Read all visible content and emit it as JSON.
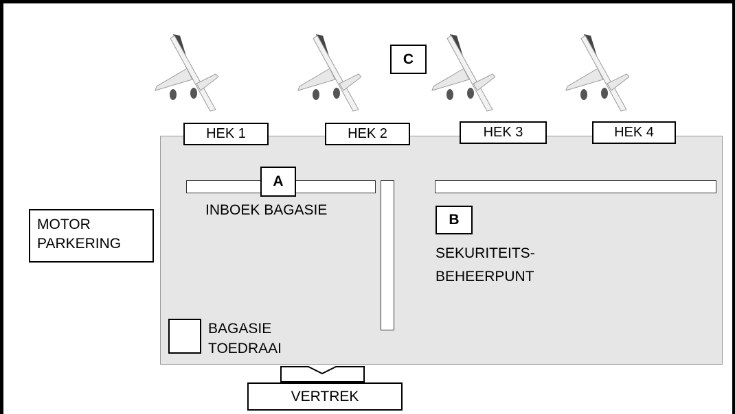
{
  "diagram": {
    "gates": [
      "HEK 1",
      "HEK 2",
      "HEK 3",
      "HEK 4"
    ],
    "markers": {
      "a": "A",
      "b": "B",
      "c": "C"
    },
    "areas": {
      "check_in": "INBOEK BAGASIE",
      "security": [
        "SEKURITEITS-",
        "BEHEERPUNT"
      ],
      "parking": [
        "MOTOR",
        "PARKERING"
      ],
      "baggage_carousel": [
        "BAGASIE",
        "TOEDRAAI"
      ],
      "departure": "VERTREK"
    },
    "icons": [
      "airplane-icon",
      "airplane-icon",
      "airplane-icon",
      "airplane-icon"
    ],
    "colors": {
      "terminal_fill": "#e6e6e6",
      "outline": "#000000"
    }
  }
}
